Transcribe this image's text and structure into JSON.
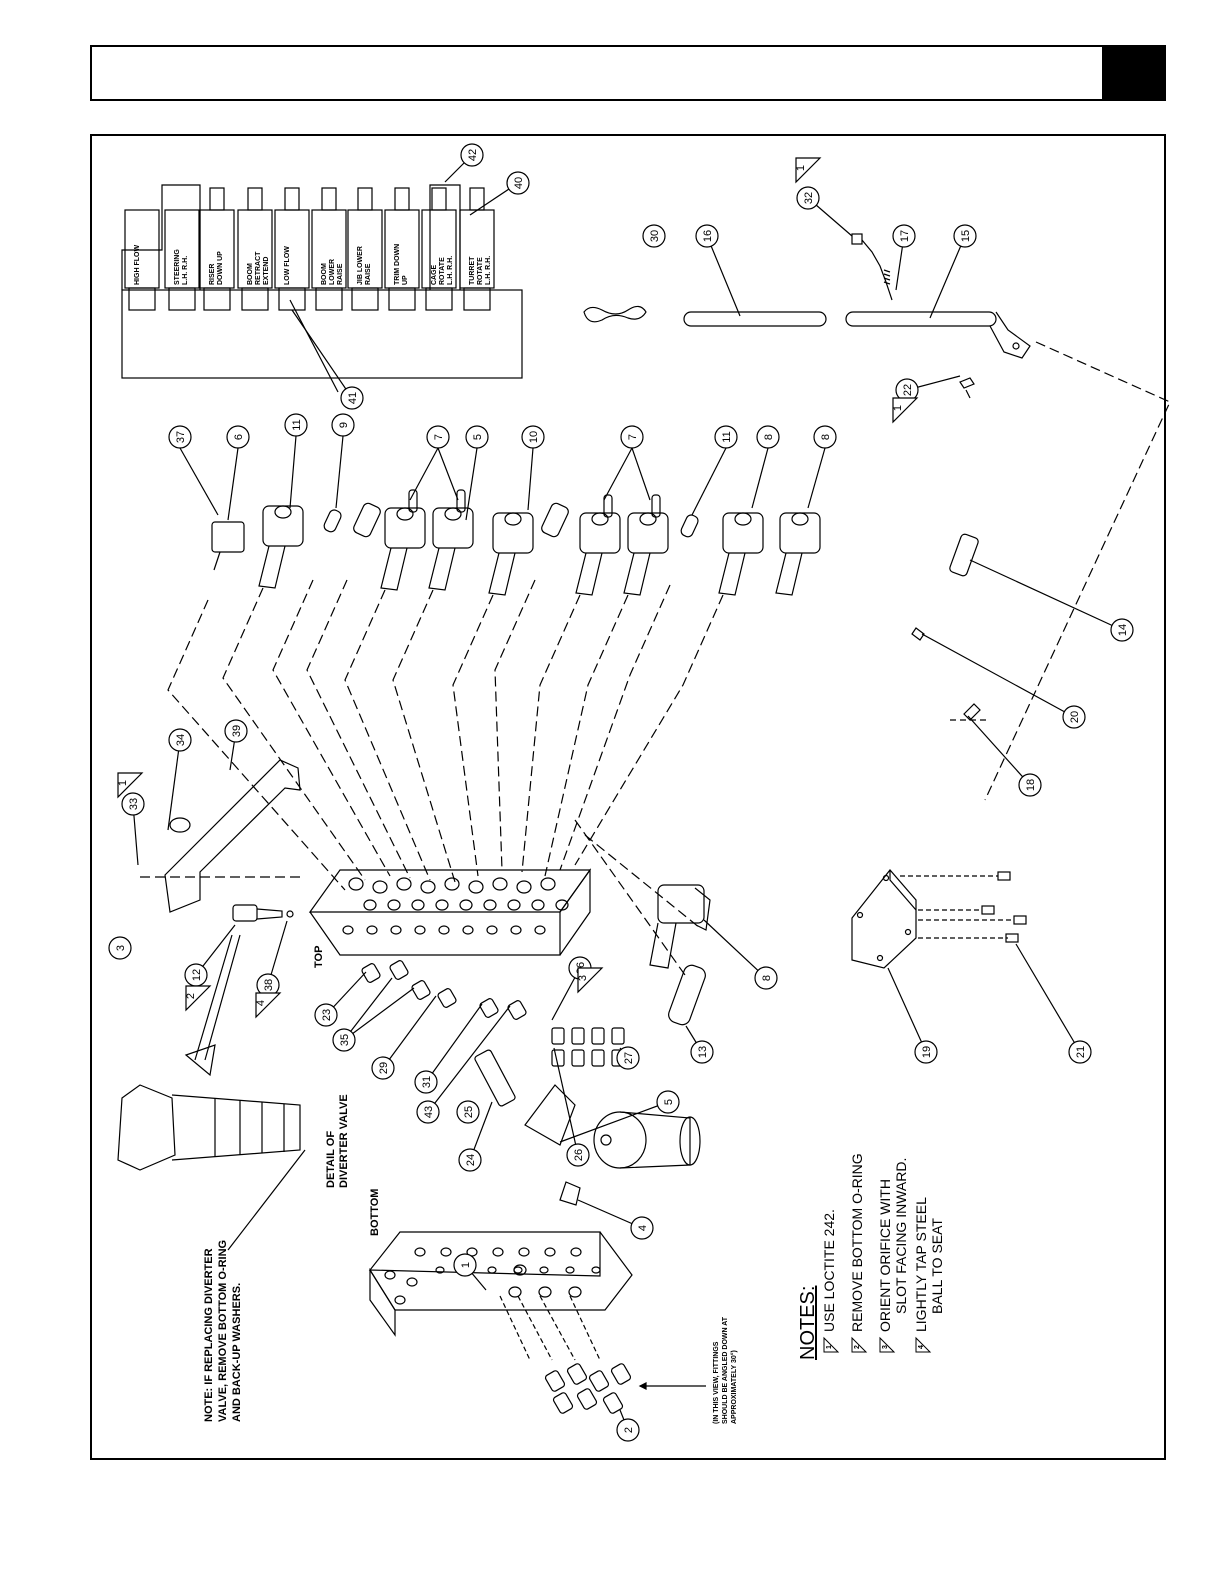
{
  "callouts": [
    "1",
    "2",
    "3",
    "4",
    "5",
    "5",
    "6",
    "7",
    "7",
    "8",
    "8",
    "8",
    "9",
    "10",
    "11",
    "11",
    "12",
    "13",
    "14",
    "15",
    "16",
    "17",
    "18",
    "19",
    "20",
    "21",
    "22",
    "23",
    "24",
    "25",
    "26",
    "27",
    "29",
    "30",
    "31",
    "32",
    "33",
    "34",
    "35",
    "36",
    "37",
    "38",
    "39",
    "40",
    "41",
    "42",
    "43"
  ],
  "note_markers": [
    "1",
    "1",
    "1",
    "2",
    "3",
    "4"
  ],
  "manifold_labels": [
    "HIGH FLOW",
    "STEERING L.H. R.H.",
    "RISER DOWN UP",
    "BOOM RETRACT EXTEND",
    "LOW FLOW",
    "BOOM LOWER RAISE",
    "JIB LOWER RAISE",
    "TRIM DOWN UP",
    "CAGE ROTATE L.H. R.H.",
    "TURRET ROTATE L.H. R.H."
  ],
  "view_labels": {
    "top": "TOP",
    "bottom": "BOTTOM"
  },
  "detail_label": [
    "DETAIL OF",
    "DIVERTER VALVE"
  ],
  "diverter_note": [
    "NOTE: IF REPLACING DIVERTER",
    "VALVE, REMOVE BOTTOM O-RING",
    "AND BACK-UP WASHERS."
  ],
  "fittings_note": [
    "(IN THIS VIEW, FITTINGS",
    "SHOULD BE ANGLED DOWN AT",
    "APPROXIMATELY 30°)"
  ],
  "notes": {
    "heading": "NOTES:",
    "items": [
      {
        "marker": "1",
        "lines": [
          "USE LOCTITE 242."
        ]
      },
      {
        "marker": "2",
        "lines": [
          "REMOVE BOTTOM O-RING"
        ]
      },
      {
        "marker": "3",
        "lines": [
          "ORIENT ORIFICE WITH",
          "SLOT FACING INWARD."
        ]
      },
      {
        "marker": "4",
        "lines": [
          "LIGHTLY TAP STEEL",
          "BALL TO SEAT"
        ]
      }
    ]
  }
}
